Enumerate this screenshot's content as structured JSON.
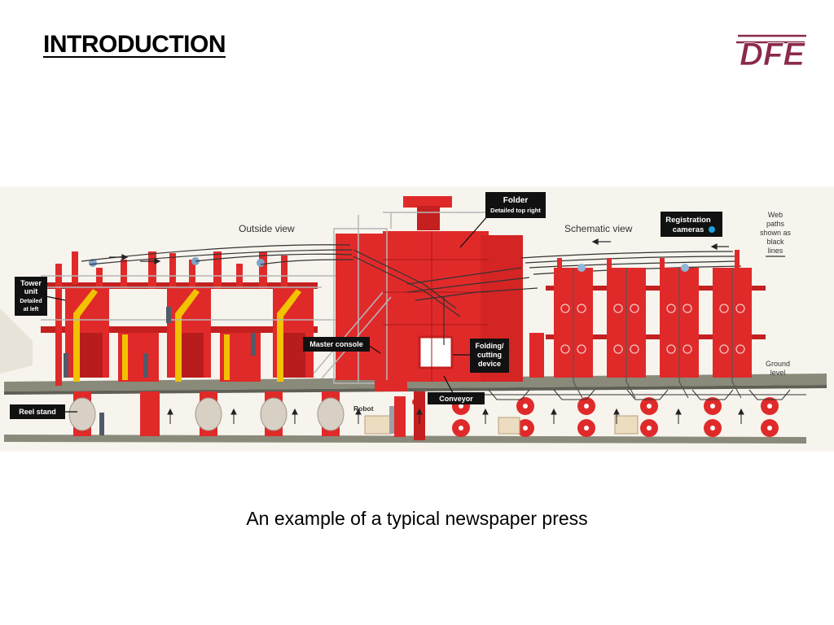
{
  "slide": {
    "title": "INTRODUCTION",
    "caption": "An example of a typical newspaper press"
  },
  "logo": {
    "text": "DFE",
    "color": "#8a2a4a"
  },
  "diagram": {
    "view_labels": {
      "outside": "Outside view",
      "schematic": "Schematic view"
    },
    "callouts": {
      "folder_title": "Folder",
      "folder_sub": "Detailed top right",
      "registration_line1": "Registration",
      "registration_line2": "cameras",
      "tower_line1": "Tower",
      "tower_line2": "unit",
      "tower_line3": "Detailed",
      "tower_line4": "at left",
      "master_console": "Master console",
      "folding_line1": "Folding/",
      "folding_line2": "cutting",
      "folding_line3": "device",
      "conveyor": "Conveyor",
      "reel_stand": "Reel stand",
      "robot": "Robot"
    },
    "notes": {
      "web_line1": "Web",
      "web_line2": "paths",
      "web_line3": "shown as",
      "web_line4": "black",
      "web_line5": "lines",
      "ground_line1": "Ground",
      "ground_line2": "level"
    },
    "colors": {
      "press_red": "#e02a2a",
      "dark_red": "#a81818",
      "yellow": "#f2c200",
      "floor": "#8a8a7a",
      "background": "#f7f4ee",
      "camera_blue": "#1da1db"
    }
  }
}
